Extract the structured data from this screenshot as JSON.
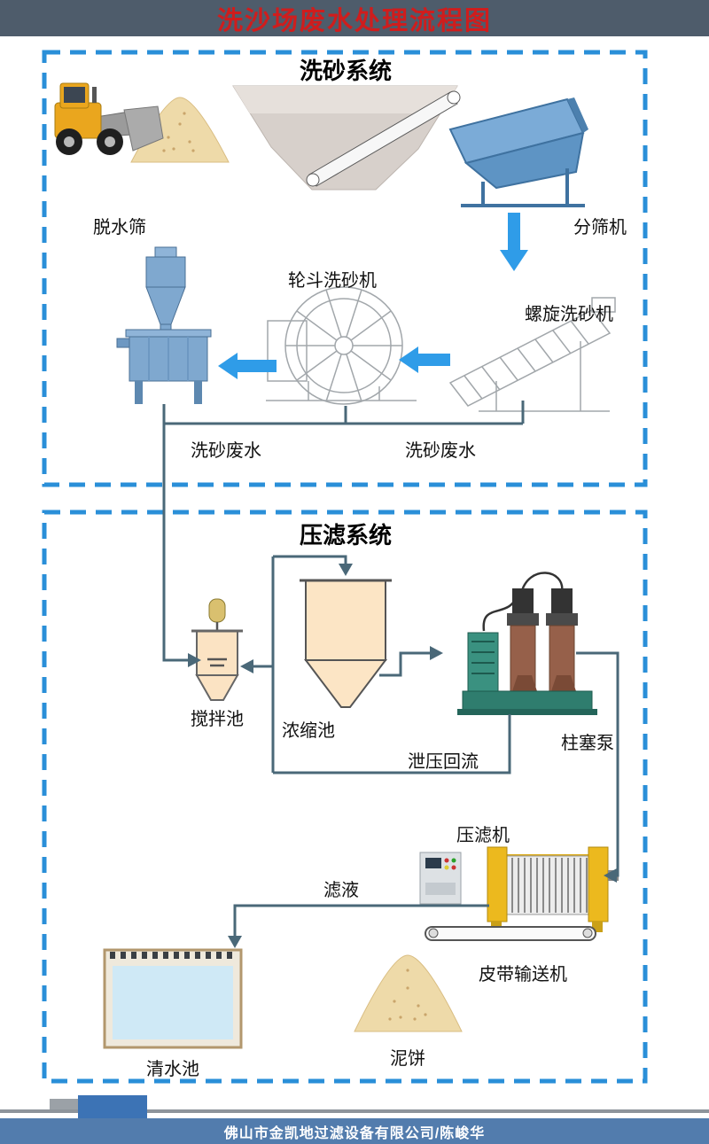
{
  "colors": {
    "header_bg": "#4e5c6b",
    "title_red": "#cf1d1d",
    "dashed_border_blue": "#2a8fd8",
    "arrow_blue": "#2f9ce8",
    "flow_line": "#4a6878",
    "footer_bar_blue": "#527cad"
  },
  "header": {
    "title": "洗沙场废水处理流程图"
  },
  "wash_system": {
    "title": "洗砂系统",
    "labels": {
      "dewatering_screen": "脱水筛",
      "separating_screen": "分筛机",
      "wheel_washer": "轮斗洗砂机",
      "spiral_washer": "螺旋洗砂机",
      "wastewater_left": "洗砂废水",
      "wastewater_right": "洗砂废水"
    }
  },
  "press_system": {
    "title": "压滤系统",
    "labels": {
      "mixing_tank": "搅拌池",
      "thickener": "浓缩池",
      "plunger_pump": "柱塞泵",
      "relief_return": "泄压回流",
      "filter_press": "压滤机",
      "filtrate": "滤液",
      "belt_conveyor": "皮带输送机",
      "clear_water_tank": "清水池",
      "mud_cake": "泥饼"
    }
  },
  "footer": {
    "company": "佛山市金凯地过滤设备有限公司/陈峻华"
  }
}
